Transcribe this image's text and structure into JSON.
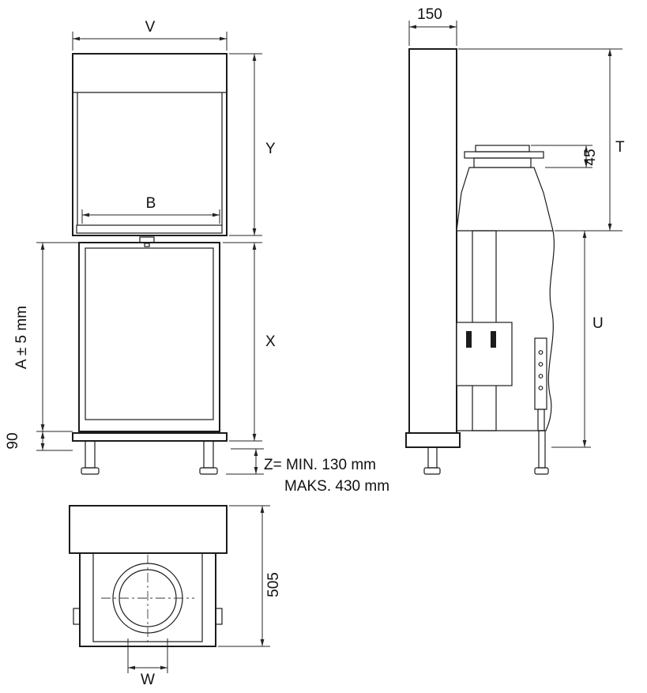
{
  "front_view": {
    "dim_v": "V",
    "dim_b": "B",
    "dim_y": "Y",
    "dim_x": "X",
    "dim_a": "A ± 5 mm",
    "dim_90": "90",
    "dim_z_line1": "Z= MIN. 130 mm",
    "dim_z_line2": "MAKS. 430 mm"
  },
  "side_view": {
    "dim_150": "150",
    "dim_45": "45",
    "dim_t": "T",
    "dim_u": "U"
  },
  "top_view": {
    "dim_505": "505",
    "dim_w": "W"
  }
}
